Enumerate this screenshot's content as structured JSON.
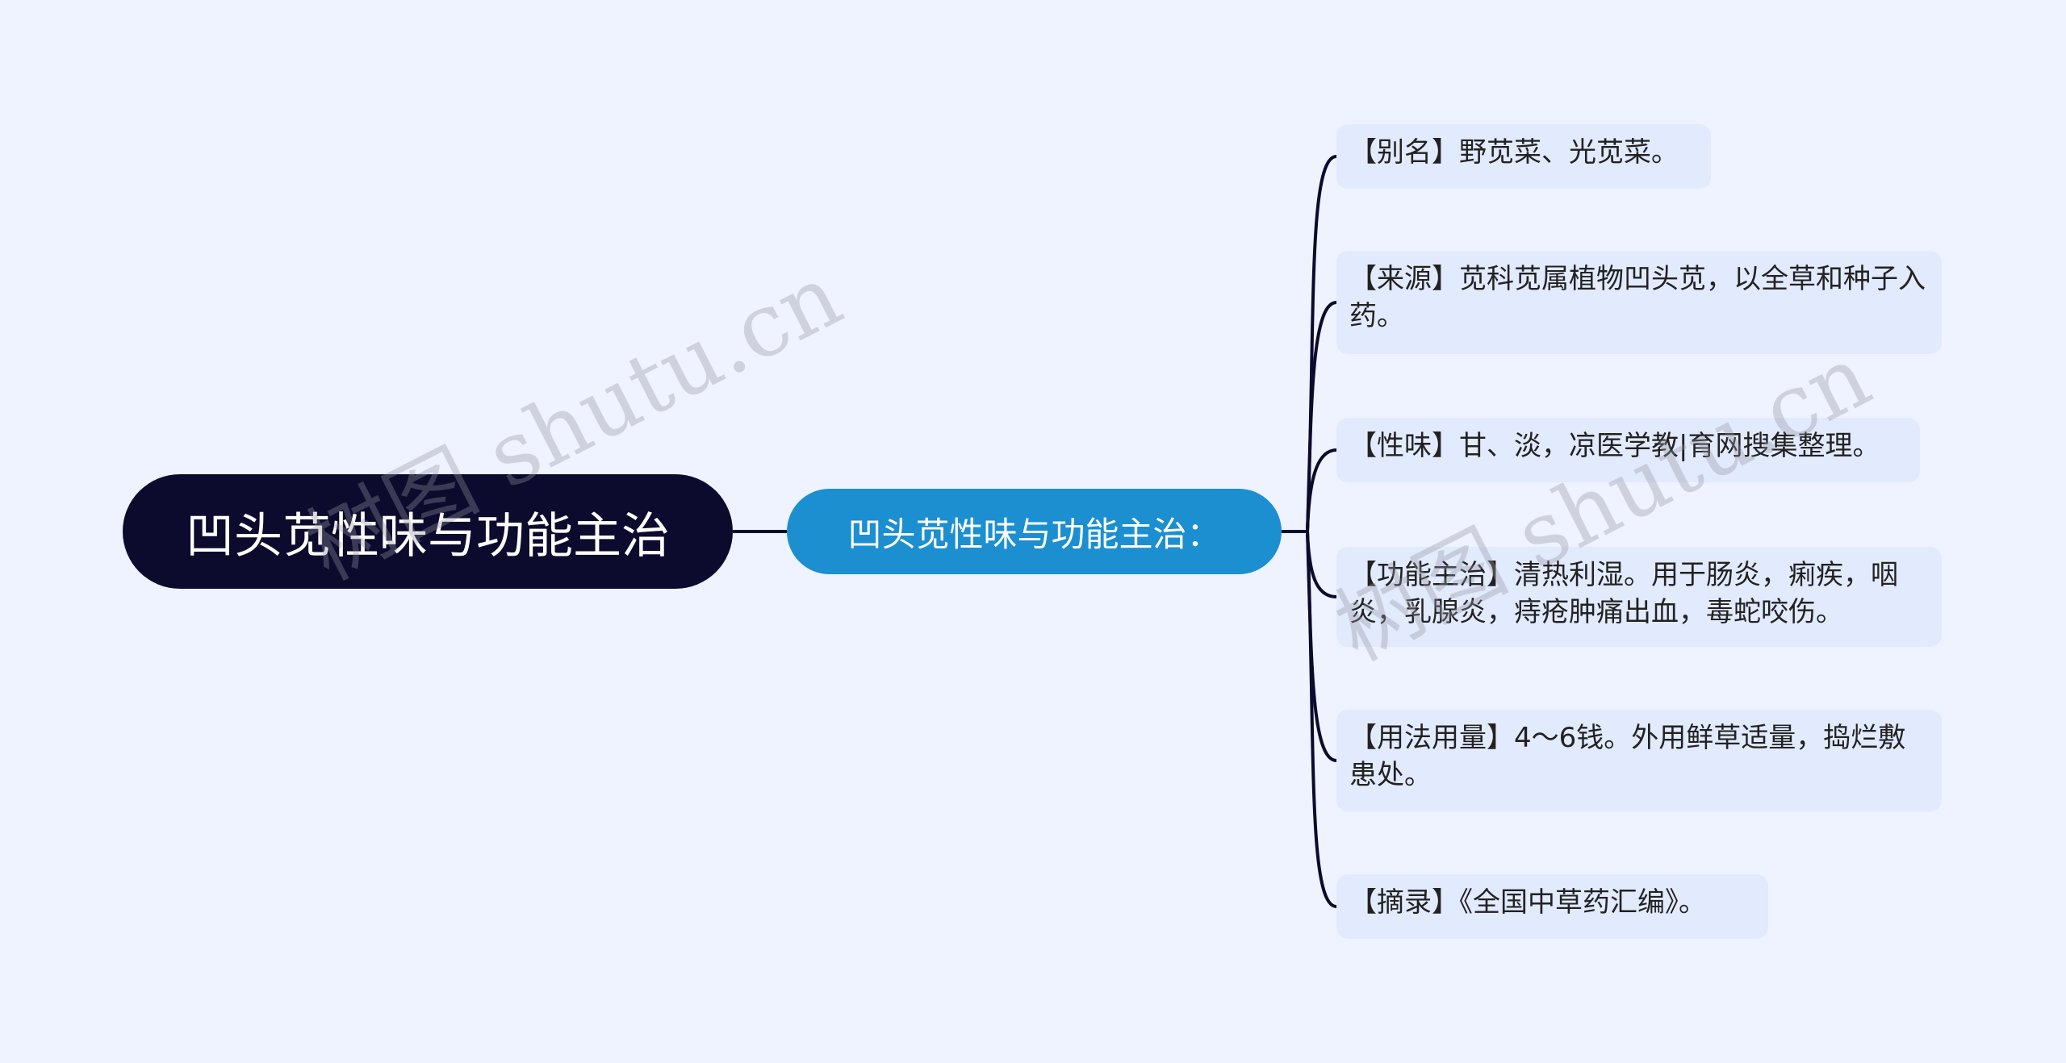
{
  "root": {
    "label": "凹头苋性味与功能主治"
  },
  "subtopic": {
    "label": "凹头苋性味与功能主治："
  },
  "leaves": [
    {
      "text": "【别名】野苋菜、光苋菜。"
    },
    {
      "text": "【来源】苋科苋属植物凹头苋，以全草和种子入药。"
    },
    {
      "text": "【性味】甘、淡，凉医学教|育网搜集整理。"
    },
    {
      "text": "【功能主治】清热利湿。用于肠炎，痢疾，咽炎，乳腺炎，痔疮肿痛出血，毒蛇咬伤。"
    },
    {
      "text": "【用法用量】4～6钱。外用鲜草适量，捣烂敷患处。"
    },
    {
      "text": "【摘录】《全国中草药汇编》。"
    }
  ],
  "watermarks": [
    "树图 shutu.cn",
    "树图 shutu.cn"
  ],
  "colors": {
    "background": "#eef3ff",
    "root_fill": "#0c0a2d",
    "subtopic_fill": "#1b8fd0",
    "leaf_fill": "#e2eafd",
    "connector": "#0c0a2d"
  }
}
